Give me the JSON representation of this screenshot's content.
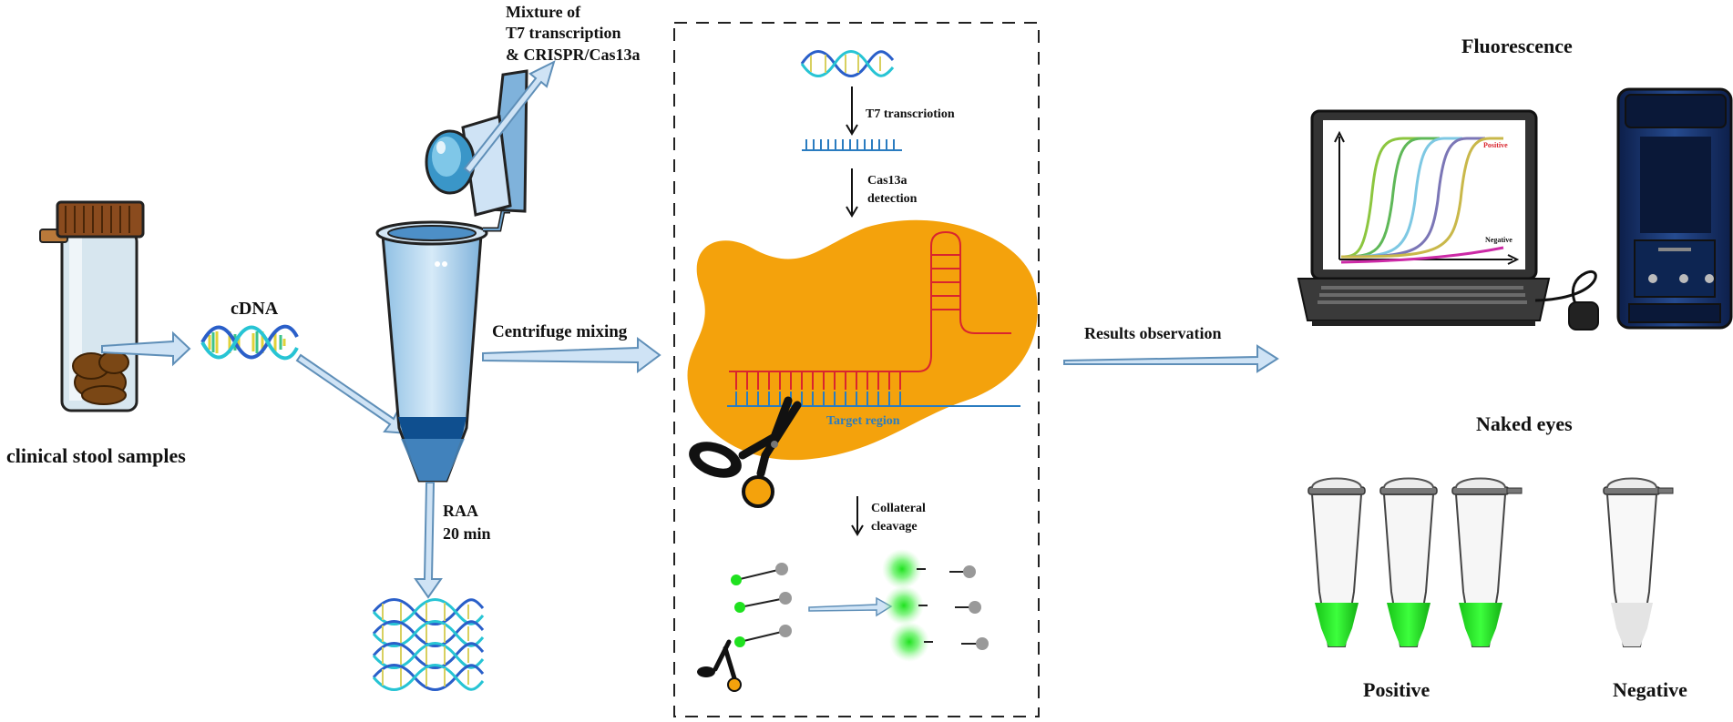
{
  "labels": {
    "clinical_stool_samples": "clinical stool samples",
    "cdna": "cDNA",
    "mixture_line1": "Mixture of",
    "mixture_line2": "T7 transcription",
    "mixture_line3": "& CRISPR/Cas13a",
    "raa_line1": "RAA",
    "raa_line2": "20 min",
    "centrifuge_mixing": "Centrifuge mixing",
    "t7_transcription": "T7 transcriotion",
    "cas13a_line1": "Cas13a",
    "cas13a_line2": "detection",
    "target_region": "Target region",
    "collateral_line1": "Collateral",
    "collateral_line2": "cleavage",
    "results_observation": "Results observation",
    "fluorescence": "Fluorescence",
    "naked_eyes": "Naked eyes",
    "positive": "Positive",
    "negative": "Negative",
    "screen_positive": "Positive",
    "screen_negative": "Negative"
  },
  "colors": {
    "arrow_fill": "#cfe3f5",
    "arrow_stroke": "#5f8fb8",
    "blob_orange": "#f4a20c",
    "crrna_red": "#d9252e",
    "target_blue": "#2a7cc0",
    "fluorescent_green": "#1fe11f",
    "tube_blue": "#7fb2db"
  }
}
